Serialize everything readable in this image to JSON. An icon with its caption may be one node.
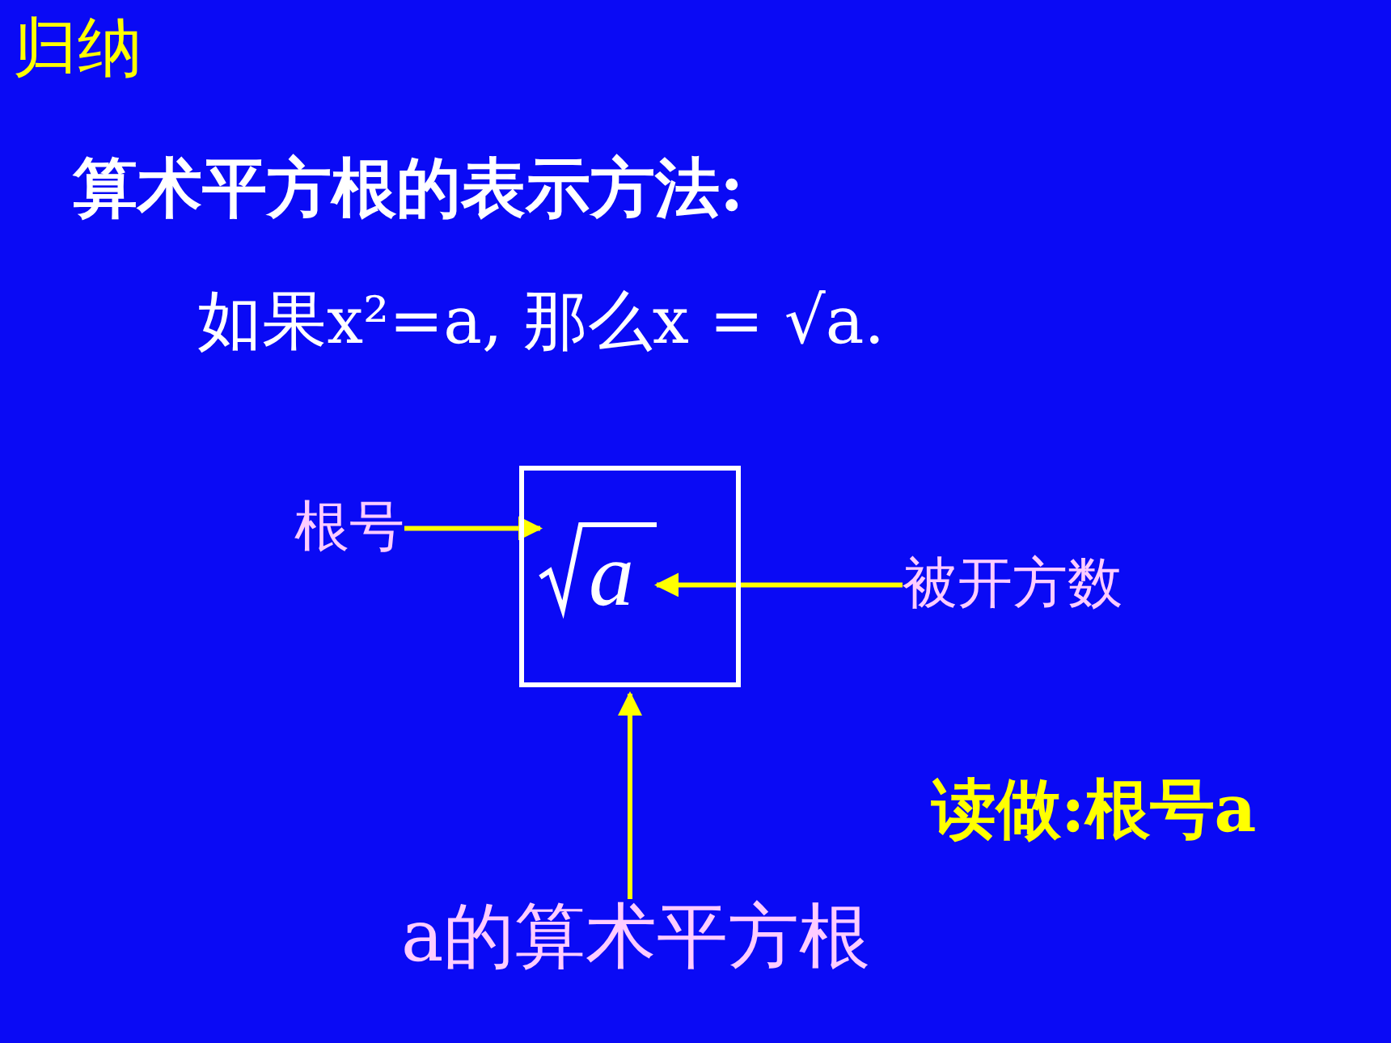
{
  "diagram": {
    "title": "归纳",
    "nodes": [
      {
        "text": [
          "根号"
        ]
      },
      {
        "text": [],
        "shape": "box"
      },
      {
        "text": [],
        "shape": "picture",
        "in": 1
      },
      {
        "text": [
          "a"
        ],
        "in": 1
      },
      {
        "text": [
          "被开方数"
        ]
      },
      {
        "text": [
          "a的算术平方根"
        ]
      }
    ],
    "edges": [
      {
        "from": 0,
        "to": 2,
        "arrow": "to"
      },
      {
        "from": 4,
        "to": 3,
        "arrow": "to"
      },
      {
        "from": 5,
        "to": 1,
        "arrow": "to"
      }
    ],
    "labels": [
      "算术平方根的表示方法:",
      "如果x²=a, 那么x = √a.",
      "读做:根号a"
    ]
  }
}
